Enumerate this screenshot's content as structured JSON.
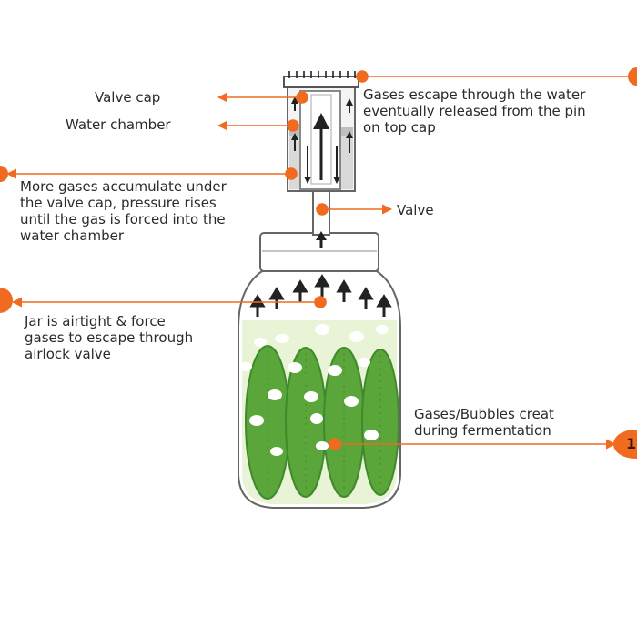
{
  "labels": {
    "valve_cap": "Valve cap",
    "water_chamber": "Water chamber",
    "gas_escape": [
      "Gases escape through the water",
      "eventually released from the pin",
      "on top cap"
    ],
    "accumulate": [
      "More gases accumulate under",
      "the valve cap, pressure rises",
      "until the gas is forced into the",
      "water chamber"
    ],
    "valve": "Valve",
    "airtight": [
      "Jar is airtight & force",
      "gases to escape through",
      "airlock valve"
    ],
    "bubbles": [
      "Gases/Bubbles creat",
      "during fermentation"
    ],
    "step_number": "1"
  },
  "colors": {
    "accent": "#f06a20",
    "pickle": "#5aa63a",
    "pickle_dark": "#3f8a2a",
    "brine": "#e9f3d6",
    "outline": "#555555"
  }
}
